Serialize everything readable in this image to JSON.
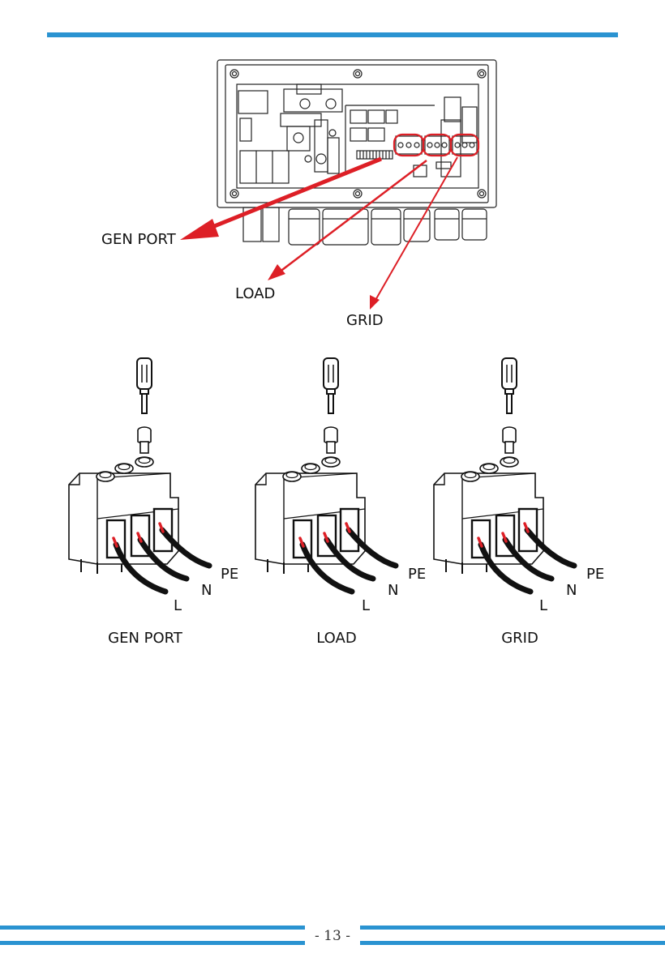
{
  "diagram": {
    "labels": {
      "gen_port": "GEN PORT",
      "load": "LOAD",
      "grid": "GRID"
    }
  },
  "terminals": [
    {
      "caption": "GEN PORT",
      "wires": {
        "pe": "PE",
        "n": "N",
        "l": "L"
      }
    },
    {
      "caption": "LOAD",
      "wires": {
        "pe": "PE",
        "n": "N",
        "l": "L"
      }
    },
    {
      "caption": "GRID",
      "wires": {
        "pe": "PE",
        "n": "N",
        "l": "L"
      }
    }
  ],
  "footer": {
    "page_number": "- 13 -"
  },
  "colors": {
    "accent": "#2a93d1",
    "arrow": "#dd1f26"
  }
}
